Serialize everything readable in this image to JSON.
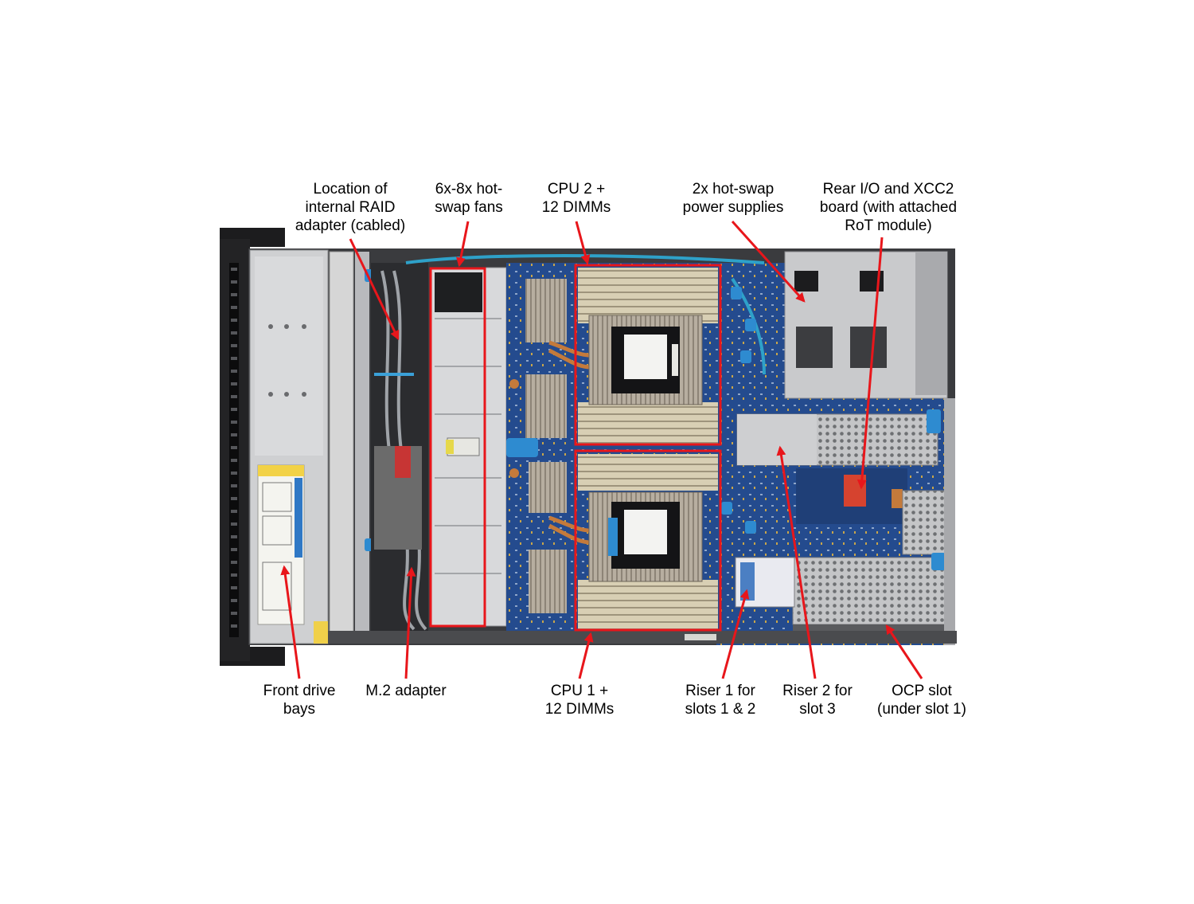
{
  "colors": {
    "callout_red": "#e8161b",
    "label_text": "#000000",
    "chassis_dark": "#2a2a2c",
    "board_blue": "#22488a",
    "sheet_metal": "#c9cacc",
    "heatsink_copper": "#c47a3b",
    "dimm_beige": "#d9cfb6"
  },
  "labels": {
    "raid": {
      "line1": "Location of",
      "line2": "internal RAID",
      "line3": "adapter (cabled)"
    },
    "fans": {
      "line1": "6x-8x hot-",
      "line2": "swap fans"
    },
    "cpu2": {
      "line1": "CPU 2 +",
      "line2": "12 DIMMs"
    },
    "psu": {
      "line1": "2x hot-swap",
      "line2": "power supplies"
    },
    "rear": {
      "line1": "Rear I/O and XCC2",
      "line2": "board (with attached",
      "line3": "RoT module)"
    },
    "front": {
      "line1": "Front drive",
      "line2": "bays"
    },
    "m2": {
      "line1": "M.2 adapter"
    },
    "cpu1": {
      "line1": "CPU 1 +",
      "line2": "12 DIMMs"
    },
    "riser1": {
      "line1": "Riser 1 for",
      "line2": "slots 1 & 2"
    },
    "riser2": {
      "line1": "Riser 2 for",
      "line2": "slot 3"
    },
    "ocp": {
      "line1": "OCP slot",
      "line2": "(under slot 1)"
    }
  }
}
